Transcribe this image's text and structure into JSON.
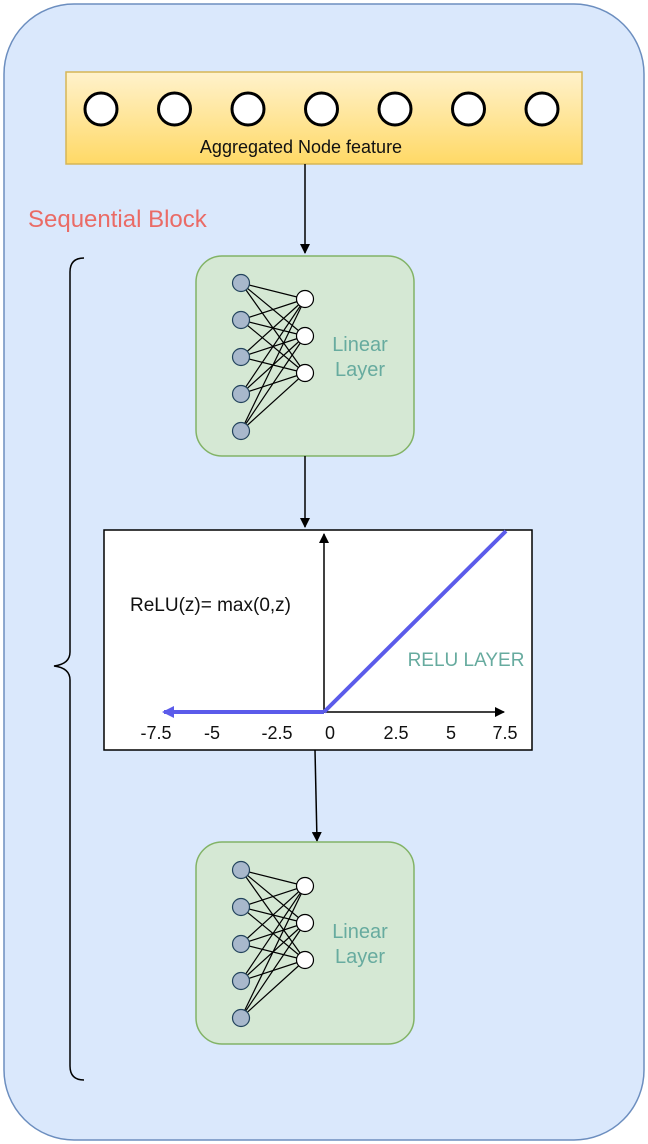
{
  "sequential_label": "Sequential Block",
  "input": {
    "label": "Aggregated Node feature",
    "node_count": 7
  },
  "linear_layers": [
    {
      "label_line1": "Linear",
      "label_line2": "Layer",
      "inputs": 5,
      "outputs": 3
    },
    {
      "label_line1": "Linear",
      "label_line2": "Layer",
      "inputs": 5,
      "outputs": 3
    }
  ],
  "relu": {
    "title": "RELU LAYER",
    "formula": "ReLU(z)= max(0,z)",
    "ticks": [
      "-7.5",
      "-5",
      "-2.5",
      "0",
      "2.5",
      "5",
      "7.5"
    ]
  },
  "colors": {
    "outer_fill": "#dae8fc",
    "outer_stroke": "#6c8ebf",
    "input_fill": "#ffd966",
    "input_stroke": "#d6b656",
    "linear_fill": "#d5e8d4",
    "linear_stroke": "#82b366",
    "neuron_in": "#a8b8cc",
    "relu_line": "#5b5bea",
    "label_green": "#67ab9f",
    "label_red": "#ea6b66"
  }
}
